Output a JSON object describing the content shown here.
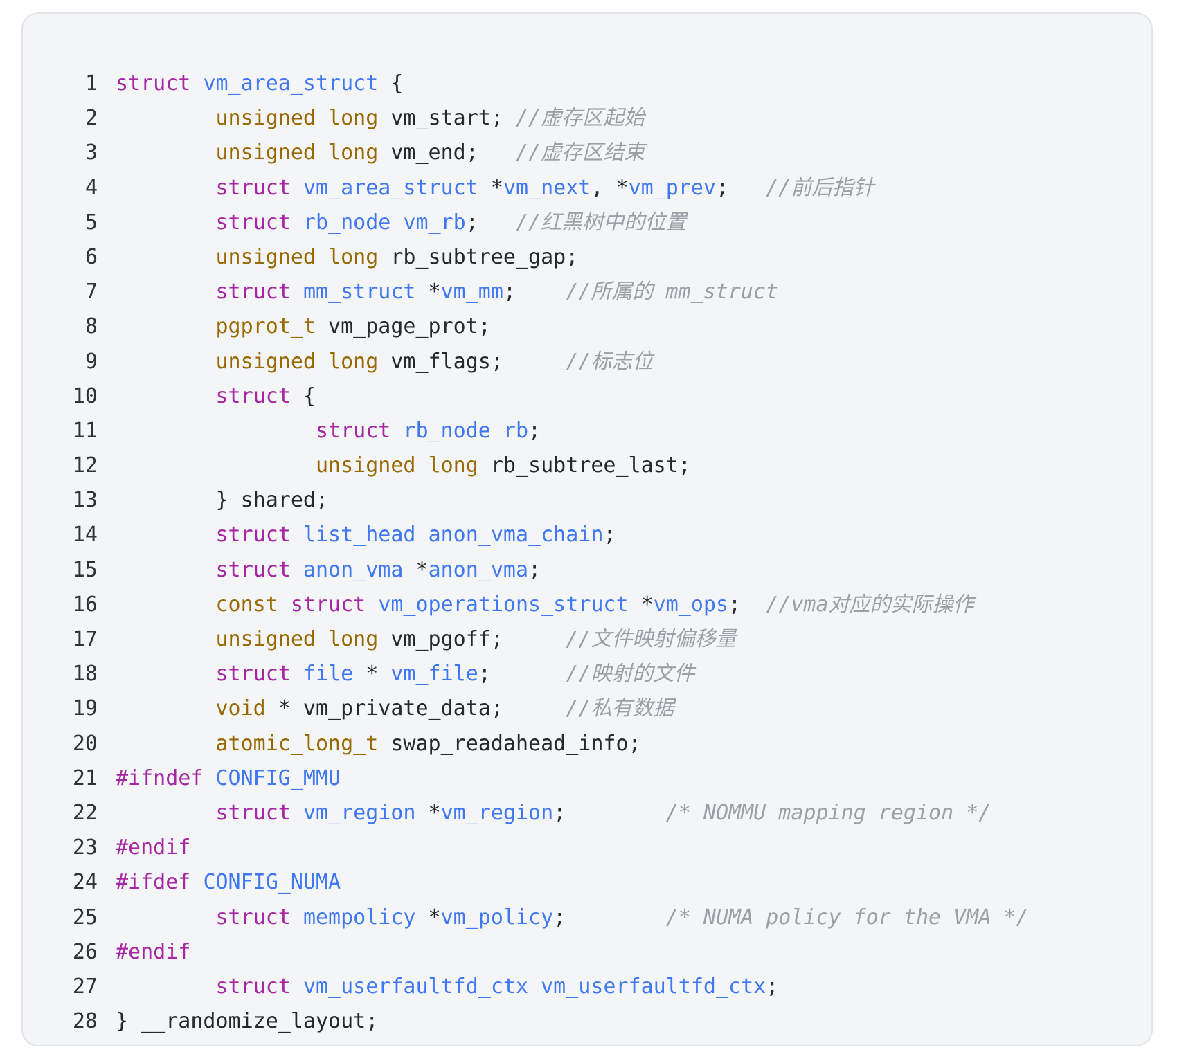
{
  "code": {
    "lines": [
      {
        "number": "1",
        "tokens": [
          {
            "text": "struct",
            "kind": "keyword"
          },
          {
            "text": " ",
            "kind": "plain"
          },
          {
            "text": "vm_area_struct",
            "kind": "ident"
          },
          {
            "text": " {",
            "kind": "plain"
          }
        ]
      },
      {
        "number": "2",
        "tokens": [
          {
            "text": "\t",
            "kind": "plain"
          },
          {
            "text": "unsigned",
            "kind": "type"
          },
          {
            "text": " ",
            "kind": "plain"
          },
          {
            "text": "long",
            "kind": "type"
          },
          {
            "text": " vm_start; ",
            "kind": "plain"
          },
          {
            "text": "//虚存区起始",
            "kind": "comment"
          }
        ]
      },
      {
        "number": "3",
        "tokens": [
          {
            "text": "\t",
            "kind": "plain"
          },
          {
            "text": "unsigned",
            "kind": "type"
          },
          {
            "text": " ",
            "kind": "plain"
          },
          {
            "text": "long",
            "kind": "type"
          },
          {
            "text": " vm_end;   ",
            "kind": "plain"
          },
          {
            "text": "//虚存区结束",
            "kind": "comment"
          }
        ]
      },
      {
        "number": "4",
        "tokens": [
          {
            "text": "\t",
            "kind": "plain"
          },
          {
            "text": "struct",
            "kind": "keyword"
          },
          {
            "text": " ",
            "kind": "plain"
          },
          {
            "text": "vm_area_struct",
            "kind": "ident"
          },
          {
            "text": " *",
            "kind": "plain"
          },
          {
            "text": "vm_next",
            "kind": "ident"
          },
          {
            "text": ", *",
            "kind": "plain"
          },
          {
            "text": "vm_prev",
            "kind": "ident"
          },
          {
            "text": ";   ",
            "kind": "plain"
          },
          {
            "text": "//前后指针",
            "kind": "comment"
          }
        ]
      },
      {
        "number": "5",
        "tokens": [
          {
            "text": "\t",
            "kind": "plain"
          },
          {
            "text": "struct",
            "kind": "keyword"
          },
          {
            "text": " ",
            "kind": "plain"
          },
          {
            "text": "rb_node",
            "kind": "ident"
          },
          {
            "text": " ",
            "kind": "plain"
          },
          {
            "text": "vm_rb",
            "kind": "ident"
          },
          {
            "text": ";   ",
            "kind": "plain"
          },
          {
            "text": "//红黑树中的位置",
            "kind": "comment"
          }
        ]
      },
      {
        "number": "6",
        "tokens": [
          {
            "text": "\t",
            "kind": "plain"
          },
          {
            "text": "unsigned",
            "kind": "type"
          },
          {
            "text": " ",
            "kind": "plain"
          },
          {
            "text": "long",
            "kind": "type"
          },
          {
            "text": " rb_subtree_gap;",
            "kind": "plain"
          }
        ]
      },
      {
        "number": "7",
        "tokens": [
          {
            "text": "\t",
            "kind": "plain"
          },
          {
            "text": "struct",
            "kind": "keyword"
          },
          {
            "text": " ",
            "kind": "plain"
          },
          {
            "text": "mm_struct",
            "kind": "ident"
          },
          {
            "text": " *",
            "kind": "plain"
          },
          {
            "text": "vm_mm",
            "kind": "ident"
          },
          {
            "text": ";    ",
            "kind": "plain"
          },
          {
            "text": "//所属的 mm_struct",
            "kind": "comment"
          }
        ]
      },
      {
        "number": "8",
        "tokens": [
          {
            "text": "\t",
            "kind": "plain"
          },
          {
            "text": "pgprot_t",
            "kind": "type"
          },
          {
            "text": " vm_page_prot;",
            "kind": "plain"
          }
        ]
      },
      {
        "number": "9",
        "tokens": [
          {
            "text": "\t",
            "kind": "plain"
          },
          {
            "text": "unsigned",
            "kind": "type"
          },
          {
            "text": " ",
            "kind": "plain"
          },
          {
            "text": "long",
            "kind": "type"
          },
          {
            "text": " vm_flags;     ",
            "kind": "plain"
          },
          {
            "text": "//标志位",
            "kind": "comment"
          }
        ]
      },
      {
        "number": "10",
        "tokens": [
          {
            "text": "\t",
            "kind": "plain"
          },
          {
            "text": "struct",
            "kind": "keyword"
          },
          {
            "text": " {",
            "kind": "plain"
          }
        ]
      },
      {
        "number": "11",
        "tokens": [
          {
            "text": "\t\t",
            "kind": "plain"
          },
          {
            "text": "struct",
            "kind": "keyword"
          },
          {
            "text": " ",
            "kind": "plain"
          },
          {
            "text": "rb_node",
            "kind": "ident"
          },
          {
            "text": " ",
            "kind": "plain"
          },
          {
            "text": "rb",
            "kind": "ident"
          },
          {
            "text": ";",
            "kind": "plain"
          }
        ]
      },
      {
        "number": "12",
        "tokens": [
          {
            "text": "\t\t",
            "kind": "plain"
          },
          {
            "text": "unsigned",
            "kind": "type"
          },
          {
            "text": " ",
            "kind": "plain"
          },
          {
            "text": "long",
            "kind": "type"
          },
          {
            "text": " rb_subtree_last;",
            "kind": "plain"
          }
        ]
      },
      {
        "number": "13",
        "tokens": [
          {
            "text": "\t} shared;",
            "kind": "plain"
          }
        ]
      },
      {
        "number": "14",
        "tokens": [
          {
            "text": "\t",
            "kind": "plain"
          },
          {
            "text": "struct",
            "kind": "keyword"
          },
          {
            "text": " ",
            "kind": "plain"
          },
          {
            "text": "list_head",
            "kind": "ident"
          },
          {
            "text": " ",
            "kind": "plain"
          },
          {
            "text": "anon_vma_chain",
            "kind": "ident"
          },
          {
            "text": ";",
            "kind": "plain"
          }
        ]
      },
      {
        "number": "15",
        "tokens": [
          {
            "text": "\t",
            "kind": "plain"
          },
          {
            "text": "struct",
            "kind": "keyword"
          },
          {
            "text": " ",
            "kind": "plain"
          },
          {
            "text": "anon_vma",
            "kind": "ident"
          },
          {
            "text": " *",
            "kind": "plain"
          },
          {
            "text": "anon_vma",
            "kind": "ident"
          },
          {
            "text": ";",
            "kind": "plain"
          }
        ]
      },
      {
        "number": "16",
        "tokens": [
          {
            "text": "\t",
            "kind": "plain"
          },
          {
            "text": "const",
            "kind": "type"
          },
          {
            "text": " ",
            "kind": "plain"
          },
          {
            "text": "struct",
            "kind": "keyword"
          },
          {
            "text": " ",
            "kind": "plain"
          },
          {
            "text": "vm_operations_struct",
            "kind": "ident"
          },
          {
            "text": " *",
            "kind": "plain"
          },
          {
            "text": "vm_ops",
            "kind": "ident"
          },
          {
            "text": ";  ",
            "kind": "plain"
          },
          {
            "text": "//vma对应的实际操作",
            "kind": "comment"
          }
        ]
      },
      {
        "number": "17",
        "tokens": [
          {
            "text": "\t",
            "kind": "plain"
          },
          {
            "text": "unsigned",
            "kind": "type"
          },
          {
            "text": " ",
            "kind": "plain"
          },
          {
            "text": "long",
            "kind": "type"
          },
          {
            "text": " vm_pgoff;     ",
            "kind": "plain"
          },
          {
            "text": "//文件映射偏移量",
            "kind": "comment"
          }
        ]
      },
      {
        "number": "18",
        "tokens": [
          {
            "text": "\t",
            "kind": "plain"
          },
          {
            "text": "struct",
            "kind": "keyword"
          },
          {
            "text": " ",
            "kind": "plain"
          },
          {
            "text": "file",
            "kind": "ident"
          },
          {
            "text": " * ",
            "kind": "plain"
          },
          {
            "text": "vm_file",
            "kind": "ident"
          },
          {
            "text": ";      ",
            "kind": "plain"
          },
          {
            "text": "//映射的文件",
            "kind": "comment"
          }
        ]
      },
      {
        "number": "19",
        "tokens": [
          {
            "text": "\t",
            "kind": "plain"
          },
          {
            "text": "void",
            "kind": "type"
          },
          {
            "text": " * vm_private_data;     ",
            "kind": "plain"
          },
          {
            "text": "//私有数据",
            "kind": "comment"
          }
        ]
      },
      {
        "number": "20",
        "tokens": [
          {
            "text": "\t",
            "kind": "plain"
          },
          {
            "text": "atomic_long_t",
            "kind": "type"
          },
          {
            "text": " swap_readahead_info;",
            "kind": "plain"
          }
        ]
      },
      {
        "number": "21",
        "tokens": [
          {
            "text": "#ifndef",
            "kind": "macro"
          },
          {
            "text": " ",
            "kind": "plain"
          },
          {
            "text": "CONFIG_MMU",
            "kind": "ident"
          }
        ]
      },
      {
        "number": "22",
        "tokens": [
          {
            "text": "\t",
            "kind": "plain"
          },
          {
            "text": "struct",
            "kind": "keyword"
          },
          {
            "text": " ",
            "kind": "plain"
          },
          {
            "text": "vm_region",
            "kind": "ident"
          },
          {
            "text": " *",
            "kind": "plain"
          },
          {
            "text": "vm_region",
            "kind": "ident"
          },
          {
            "text": ";\t",
            "kind": "plain"
          },
          {
            "text": "/* NOMMU mapping region */",
            "kind": "comment"
          }
        ]
      },
      {
        "number": "23",
        "tokens": [
          {
            "text": "#endif",
            "kind": "macro"
          }
        ]
      },
      {
        "number": "24",
        "tokens": [
          {
            "text": "#ifdef",
            "kind": "macro"
          },
          {
            "text": " ",
            "kind": "plain"
          },
          {
            "text": "CONFIG_NUMA",
            "kind": "ident"
          }
        ]
      },
      {
        "number": "25",
        "tokens": [
          {
            "text": "\t",
            "kind": "plain"
          },
          {
            "text": "struct",
            "kind": "keyword"
          },
          {
            "text": " ",
            "kind": "plain"
          },
          {
            "text": "mempolicy",
            "kind": "ident"
          },
          {
            "text": " *",
            "kind": "plain"
          },
          {
            "text": "vm_policy",
            "kind": "ident"
          },
          {
            "text": ";\t",
            "kind": "plain"
          },
          {
            "text": "/* NUMA policy for the VMA */",
            "kind": "comment"
          }
        ]
      },
      {
        "number": "26",
        "tokens": [
          {
            "text": "#endif",
            "kind": "macro"
          }
        ]
      },
      {
        "number": "27",
        "tokens": [
          {
            "text": "\t",
            "kind": "plain"
          },
          {
            "text": "struct",
            "kind": "keyword"
          },
          {
            "text": " ",
            "kind": "plain"
          },
          {
            "text": "vm_userfaultfd_ctx",
            "kind": "ident"
          },
          {
            "text": " ",
            "kind": "plain"
          },
          {
            "text": "vm_userfaultfd_ctx",
            "kind": "ident"
          },
          {
            "text": ";",
            "kind": "plain"
          }
        ]
      },
      {
        "number": "28",
        "tokens": [
          {
            "text": "} __randomize_layout;",
            "kind": "plain"
          }
        ]
      }
    ]
  }
}
